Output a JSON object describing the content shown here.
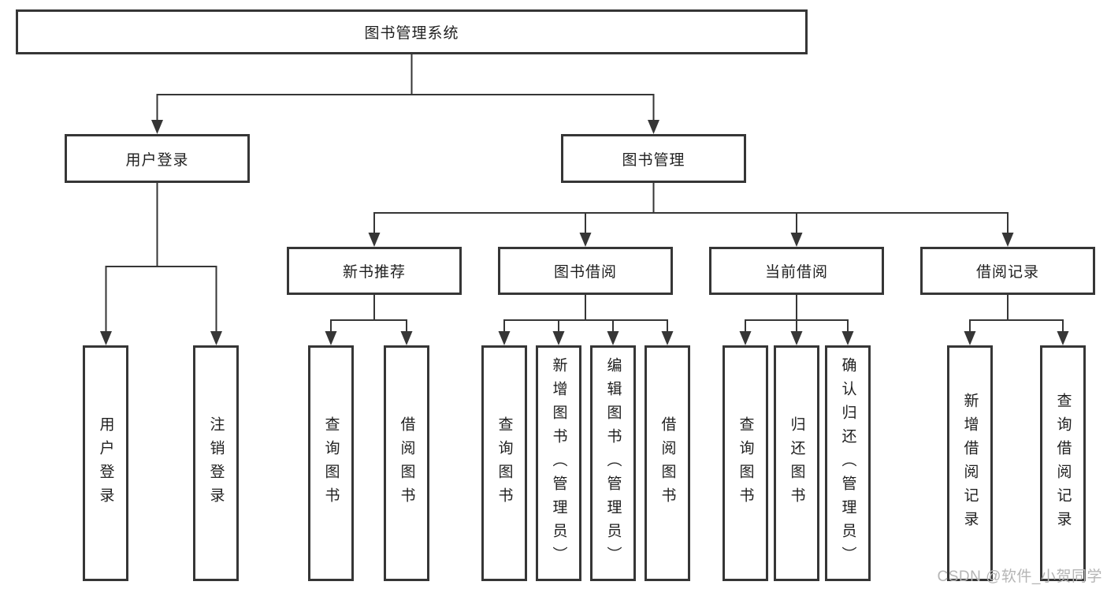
{
  "diagram": {
    "root": {
      "label": "图书管理系统"
    },
    "branches": [
      {
        "label": "用户登录",
        "children": [
          {
            "label": "用户登录"
          },
          {
            "label": "注销登录"
          }
        ]
      },
      {
        "label": "图书管理",
        "children": [
          {
            "label": "新书推荐",
            "children": [
              {
                "label": "查询图书"
              },
              {
                "label": "借阅图书"
              }
            ]
          },
          {
            "label": "图书借阅",
            "children": [
              {
                "label": "查询图书"
              },
              {
                "label": "新增图书（管理员）"
              },
              {
                "label": "编辑图书（管理员）"
              },
              {
                "label": "借阅图书"
              }
            ]
          },
          {
            "label": "当前借阅",
            "children": [
              {
                "label": "查询图书"
              },
              {
                "label": "归还图书"
              },
              {
                "label": "确认归还（管理员）"
              }
            ]
          },
          {
            "label": "借阅记录",
            "children": [
              {
                "label": "新增借阅记录"
              },
              {
                "label": "查询借阅记录"
              }
            ]
          }
        ]
      }
    ]
  },
  "watermark": {
    "text": "CSDN @软件_小贺同学"
  },
  "colors": {
    "line": "#363636",
    "box_border": "#363636",
    "text": "#1f1f1f",
    "watermark": "#b5b5b5",
    "background": "#ffffff"
  }
}
